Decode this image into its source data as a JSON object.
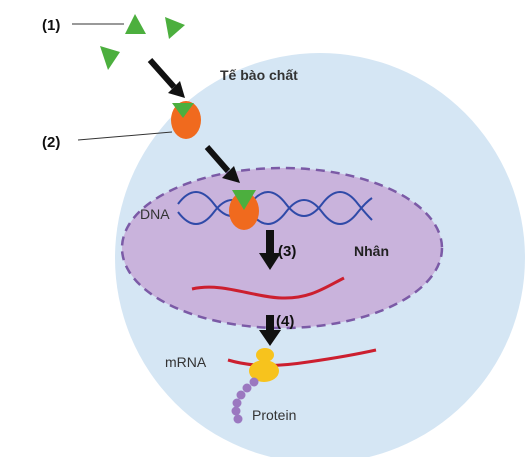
{
  "labels": {
    "step1": "(1)",
    "step2": "(2)",
    "step3": "(3)",
    "step4": "(4)",
    "cytoplasm": "Tế bào chất",
    "nucleus": "Nhân",
    "dna": "DNA",
    "mrna": "mRNA",
    "protein": "Protein"
  },
  "colors": {
    "cell": "#d5e6f4",
    "nucleus_fill": "#c9b3dc",
    "nucleus_border": "#7b5aa6",
    "dna_strand": "#2f4aa8",
    "rna": "#cc1f2f",
    "receptor": "#f06a1e",
    "ligand": "#4caf3e",
    "ribosome": "#f7c31d",
    "protein_bead": "#9b78c0",
    "arrow": "#111111"
  }
}
